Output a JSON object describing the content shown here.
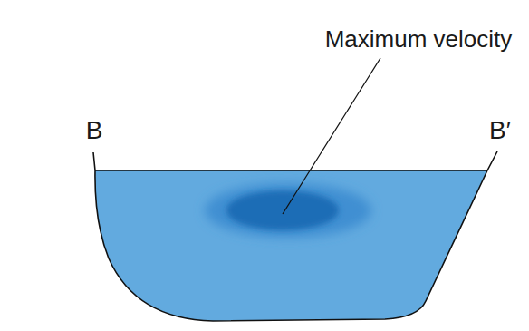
{
  "diagram": {
    "labels": [
      "Maximum velocity",
      "B",
      "B′"
    ]
  }
}
